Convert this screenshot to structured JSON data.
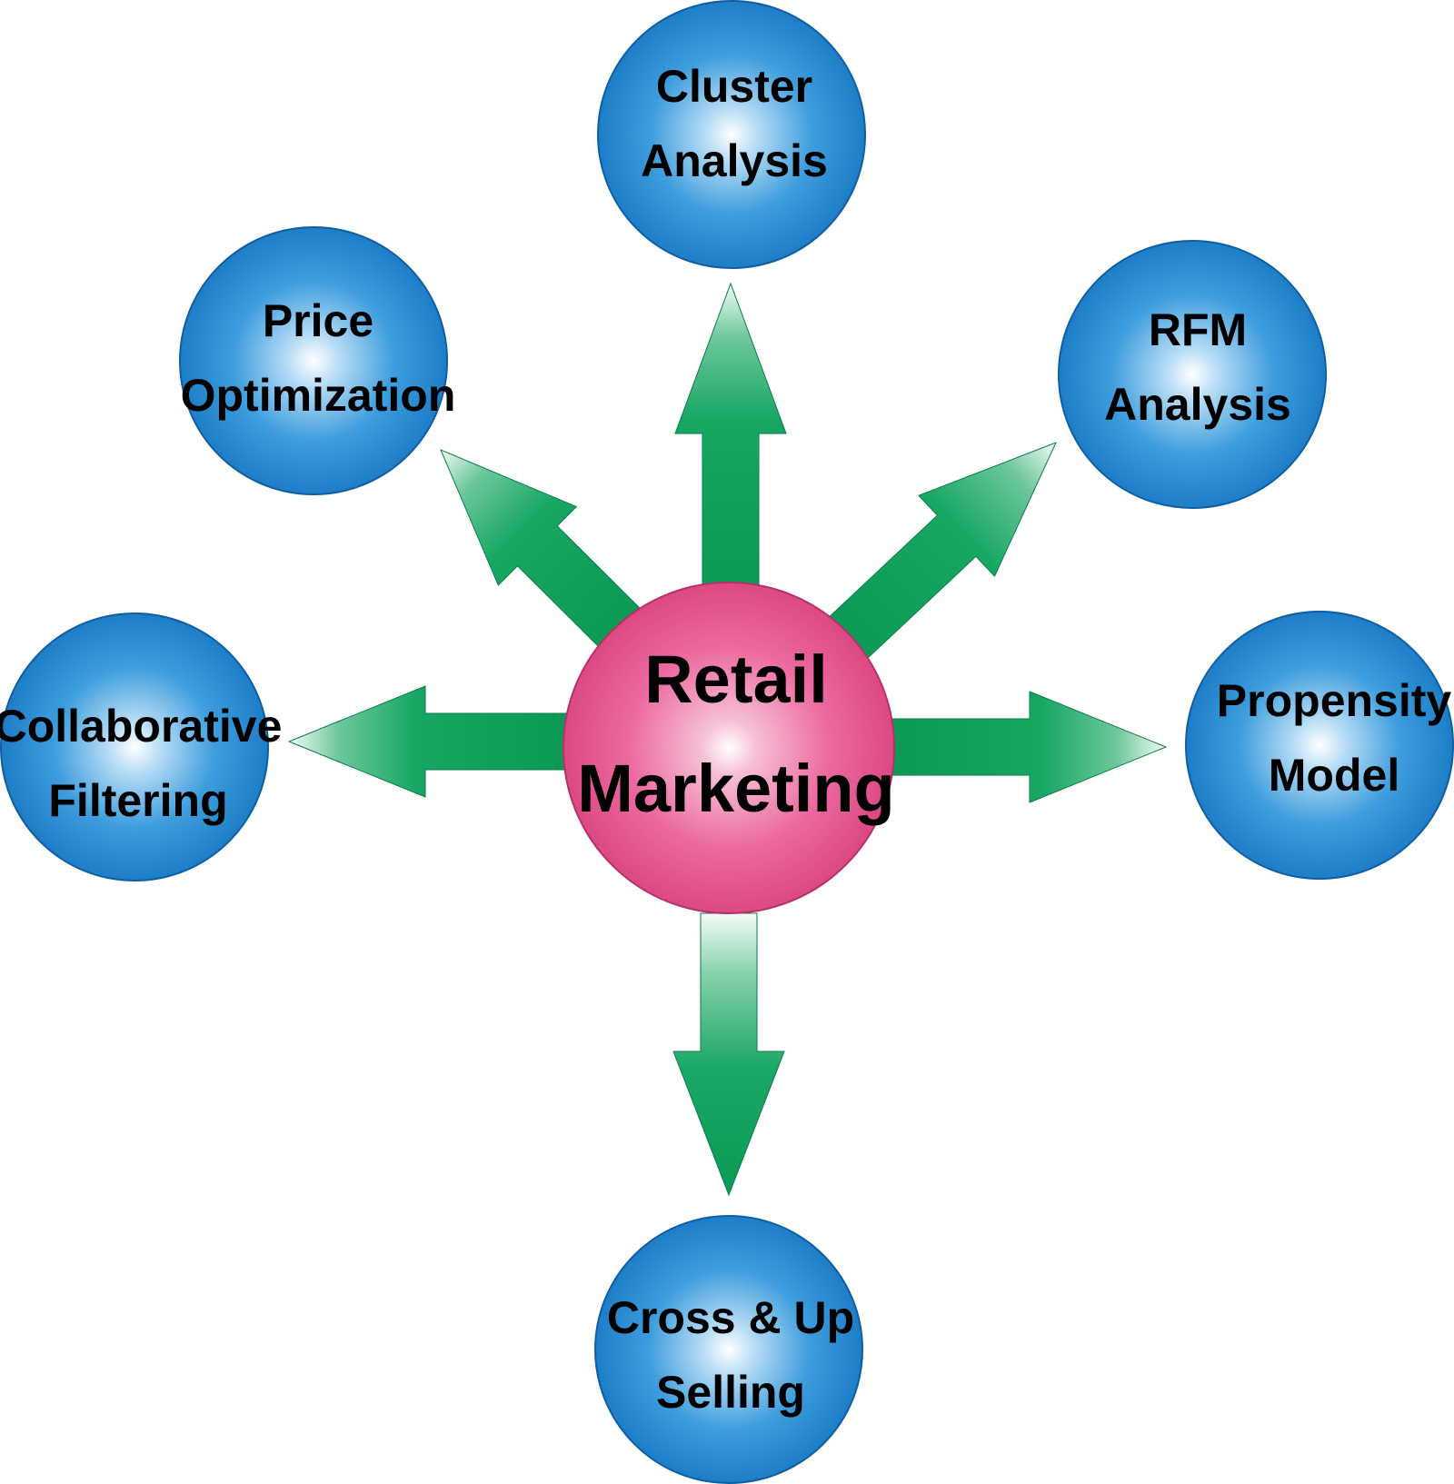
{
  "hub": {
    "line1": "Retail",
    "line2": "Marketing"
  },
  "nodes": [
    {
      "id": "cluster-analysis",
      "line1": "Cluster",
      "line2": "Analysis"
    },
    {
      "id": "rfm-analysis",
      "line1": "RFM",
      "line2": "Analysis"
    },
    {
      "id": "propensity-model",
      "line1": "Propensity",
      "line2": "Model"
    },
    {
      "id": "cross-up-selling",
      "line1": "Cross & Up",
      "line2": "Selling"
    },
    {
      "id": "collaborative-filtering",
      "line1": "Collaborative",
      "line2": "Filtering"
    },
    {
      "id": "price-optimization",
      "line1": "Price",
      "line2": "Optimization"
    }
  ],
  "colors": {
    "hub": "#e8508c",
    "node": "#1f86cf",
    "arrow": "#0aa05a",
    "text": "#000000"
  }
}
